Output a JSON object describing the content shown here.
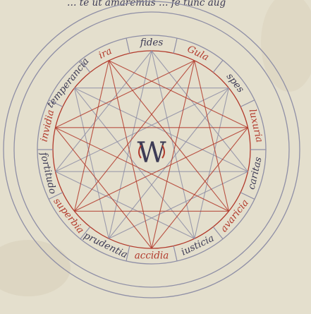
{
  "header_text": "… te ut amaremus … fe tunc aug",
  "center_monogram": "W",
  "colors": {
    "parchment": "#e4dfcd",
    "stain": "#cfc6ad",
    "grey_ink": "#8f8fa6",
    "red_ink": "#b23a2c",
    "dark_ink": "#3d3b55"
  },
  "segments": [
    {
      "text": "fides",
      "color": "grey"
    },
    {
      "text": "Gula",
      "color": "red"
    },
    {
      "text": "spes",
      "color": "grey"
    },
    {
      "text": "luxuria",
      "color": "red"
    },
    {
      "text": "caritas",
      "color": "grey"
    },
    {
      "text": "avaricia",
      "color": "red"
    },
    {
      "text": "iusticia",
      "color": "grey"
    },
    {
      "text": "accidia",
      "color": "red"
    },
    {
      "text": "prudentia",
      "color": "grey"
    },
    {
      "text": "superbia",
      "color": "red"
    },
    {
      "text": "fortitudo",
      "color": "grey"
    },
    {
      "text": "invidia",
      "color": "red"
    },
    {
      "text": "temperancia",
      "color": "grey"
    },
    {
      "text": "ira",
      "color": "red"
    }
  ]
}
